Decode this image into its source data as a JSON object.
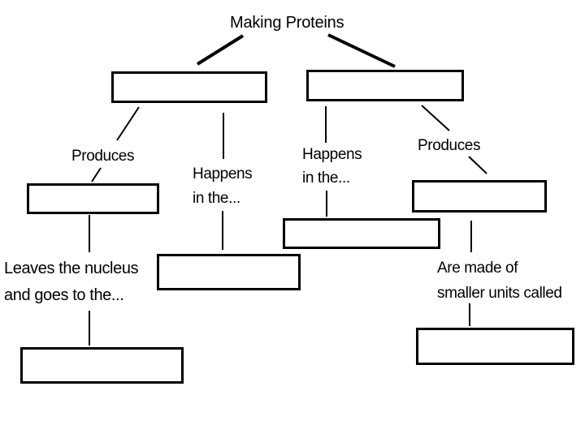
{
  "diagram": {
    "title": "Making Proteins",
    "background_color": "#ffffff",
    "line_color": "#000000",
    "labels": {
      "produces_left": "Produces",
      "happens_left": "Happens\nin the...",
      "happens_right": "Happens\nin the...",
      "produces_right": "Produces",
      "leaves_nucleus": "Leaves the nucleus\nand goes to the...",
      "are_made_of": "Are made of\nsmaller units called"
    },
    "boxes": [
      {
        "name": "top-left",
        "value": ""
      },
      {
        "name": "top-right",
        "value": ""
      },
      {
        "name": "left-mid",
        "value": ""
      },
      {
        "name": "right-mid",
        "value": ""
      },
      {
        "name": "center-left",
        "value": ""
      },
      {
        "name": "center-right",
        "value": ""
      },
      {
        "name": "bottom-left",
        "value": ""
      },
      {
        "name": "bottom-right",
        "value": ""
      }
    ]
  }
}
